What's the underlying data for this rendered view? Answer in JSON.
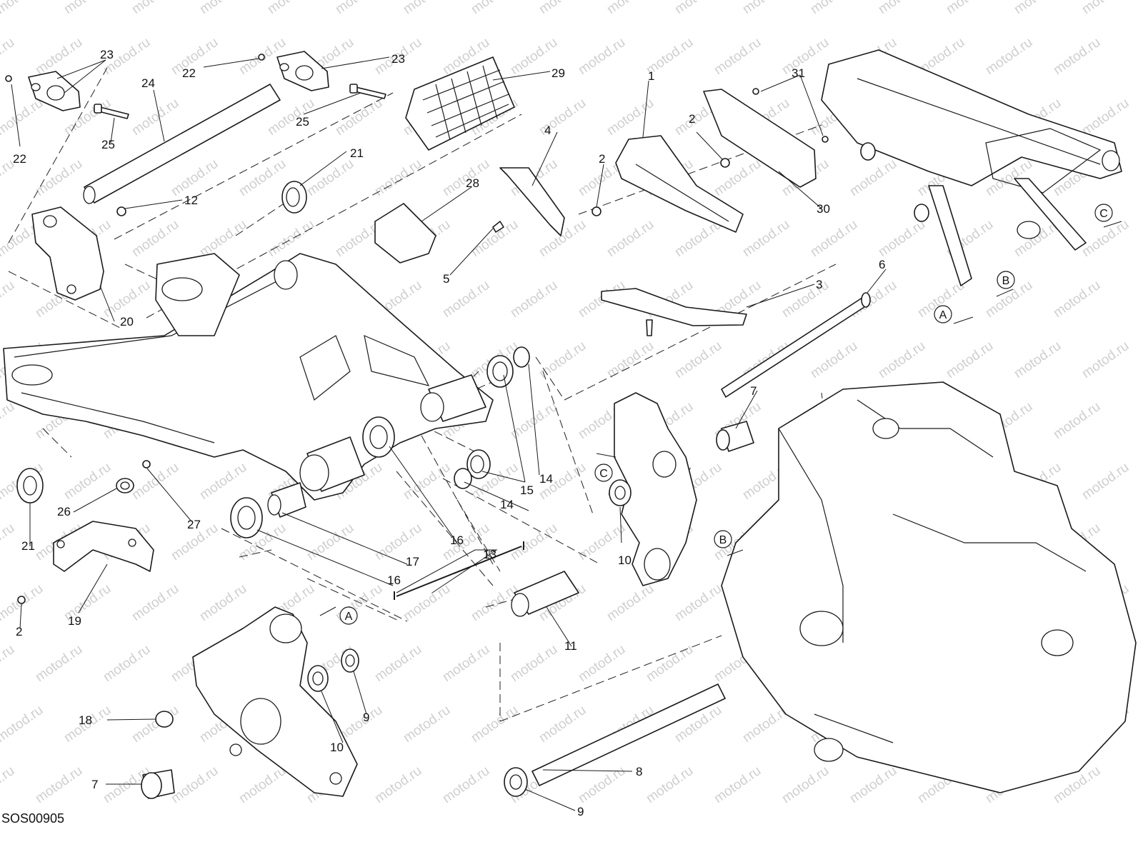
{
  "diagram_code": "SOS00905",
  "watermark": "motod.ru",
  "callouts": [
    {
      "id": "c1",
      "label": "1"
    },
    {
      "id": "c2a",
      "label": "2"
    },
    {
      "id": "c2b",
      "label": "2"
    },
    {
      "id": "c2c",
      "label": "2"
    },
    {
      "id": "c3",
      "label": "3"
    },
    {
      "id": "c4",
      "label": "4"
    },
    {
      "id": "c5",
      "label": "5"
    },
    {
      "id": "c6",
      "label": "6"
    },
    {
      "id": "c7a",
      "label": "7"
    },
    {
      "id": "c7b",
      "label": "7"
    },
    {
      "id": "c8",
      "label": "8"
    },
    {
      "id": "c9a",
      "label": "9"
    },
    {
      "id": "c9b",
      "label": "9"
    },
    {
      "id": "c10a",
      "label": "10"
    },
    {
      "id": "c10b",
      "label": "10"
    },
    {
      "id": "c11",
      "label": "11"
    },
    {
      "id": "c12",
      "label": "12"
    },
    {
      "id": "c13",
      "label": "13"
    },
    {
      "id": "c14a",
      "label": "14"
    },
    {
      "id": "c14b",
      "label": "14"
    },
    {
      "id": "c15",
      "label": "15"
    },
    {
      "id": "c16a",
      "label": "16"
    },
    {
      "id": "c16b",
      "label": "16"
    },
    {
      "id": "c17",
      "label": "17"
    },
    {
      "id": "c18",
      "label": "18"
    },
    {
      "id": "c19",
      "label": "19"
    },
    {
      "id": "c20",
      "label": "20"
    },
    {
      "id": "c21a",
      "label": "21"
    },
    {
      "id": "c21b",
      "label": "21"
    },
    {
      "id": "c22a",
      "label": "22"
    },
    {
      "id": "c22b",
      "label": "22"
    },
    {
      "id": "c23a",
      "label": "23"
    },
    {
      "id": "c23b",
      "label": "23"
    },
    {
      "id": "c24",
      "label": "24"
    },
    {
      "id": "c25a",
      "label": "25"
    },
    {
      "id": "c25b",
      "label": "25"
    },
    {
      "id": "c26",
      "label": "26"
    },
    {
      "id": "c27",
      "label": "27"
    },
    {
      "id": "c28",
      "label": "28"
    },
    {
      "id": "c29",
      "label": "29"
    },
    {
      "id": "c30",
      "label": "30"
    },
    {
      "id": "c31",
      "label": "31"
    }
  ],
  "reference_markers": [
    {
      "id": "rA1",
      "label": "A"
    },
    {
      "id": "rA2",
      "label": "A"
    },
    {
      "id": "rB1",
      "label": "B"
    },
    {
      "id": "rB2",
      "label": "B"
    },
    {
      "id": "rC1",
      "label": "C"
    },
    {
      "id": "rC2",
      "label": "C"
    }
  ]
}
